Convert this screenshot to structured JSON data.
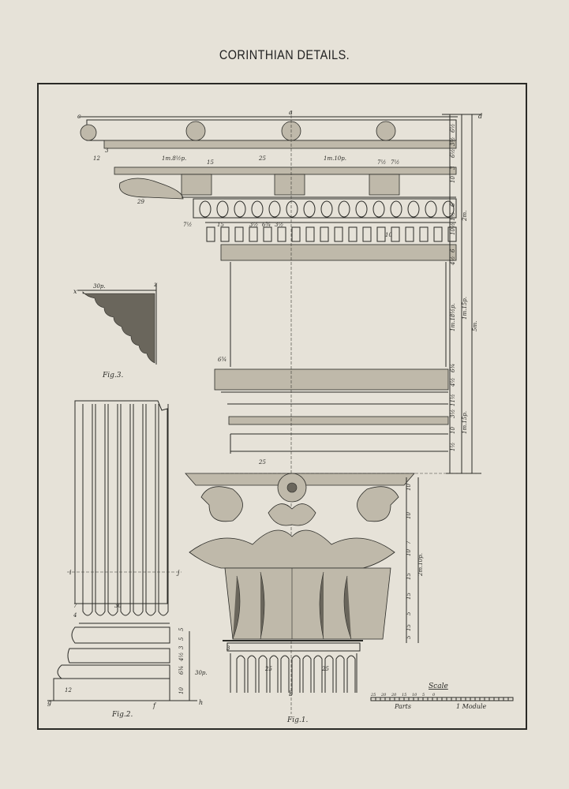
{
  "title": "CORINTHIAN DETAILS.",
  "figures": {
    "fig1": "Fig.1.",
    "fig2": "Fig.2.",
    "fig3": "Fig.3."
  },
  "scale": {
    "label": "Scale",
    "parts": "Parts",
    "module": "1 Module",
    "ticks": [
      "25",
      "20",
      "20",
      "15",
      "10",
      "5",
      "0"
    ]
  },
  "points": {
    "a": "a",
    "c": "c",
    "d": "d",
    "b": "b",
    "z": "z",
    "x": "x",
    "i": "i",
    "j": "j",
    "g": "g",
    "f": "f",
    "h": "h"
  },
  "dims": {
    "cornice": [
      "12",
      "1m.8½p.",
      "15",
      "25",
      "1m.10p.",
      "7½",
      "7½",
      "29",
      "3",
      "7½",
      "15",
      "3½",
      "6¾",
      "3½",
      "10"
    ],
    "right_col": [
      "6½",
      "3½",
      "6½",
      "3",
      "10",
      "6",
      "1½",
      "10½",
      "6",
      "4½",
      "1m.18½p.",
      "6¾",
      "4½",
      "11½",
      "3½",
      "10",
      "1½",
      "2m.",
      "1m.15p.",
      "1m.15p.",
      "5m."
    ],
    "frieze": [
      "6¾",
      "25"
    ],
    "capital": [
      "10",
      "10",
      "7",
      "10",
      "15",
      "15",
      "5",
      "15",
      "5",
      "2m.10p.",
      "3",
      "25",
      "25"
    ],
    "fig2": [
      "7",
      "30",
      "4",
      "12",
      "5",
      "5",
      "3",
      "4½",
      "6¾",
      "10",
      "30p."
    ],
    "fig3": [
      "30p."
    ]
  },
  "colors": {
    "paper": "#e6e2d8",
    "ink": "#2a2a26"
  }
}
